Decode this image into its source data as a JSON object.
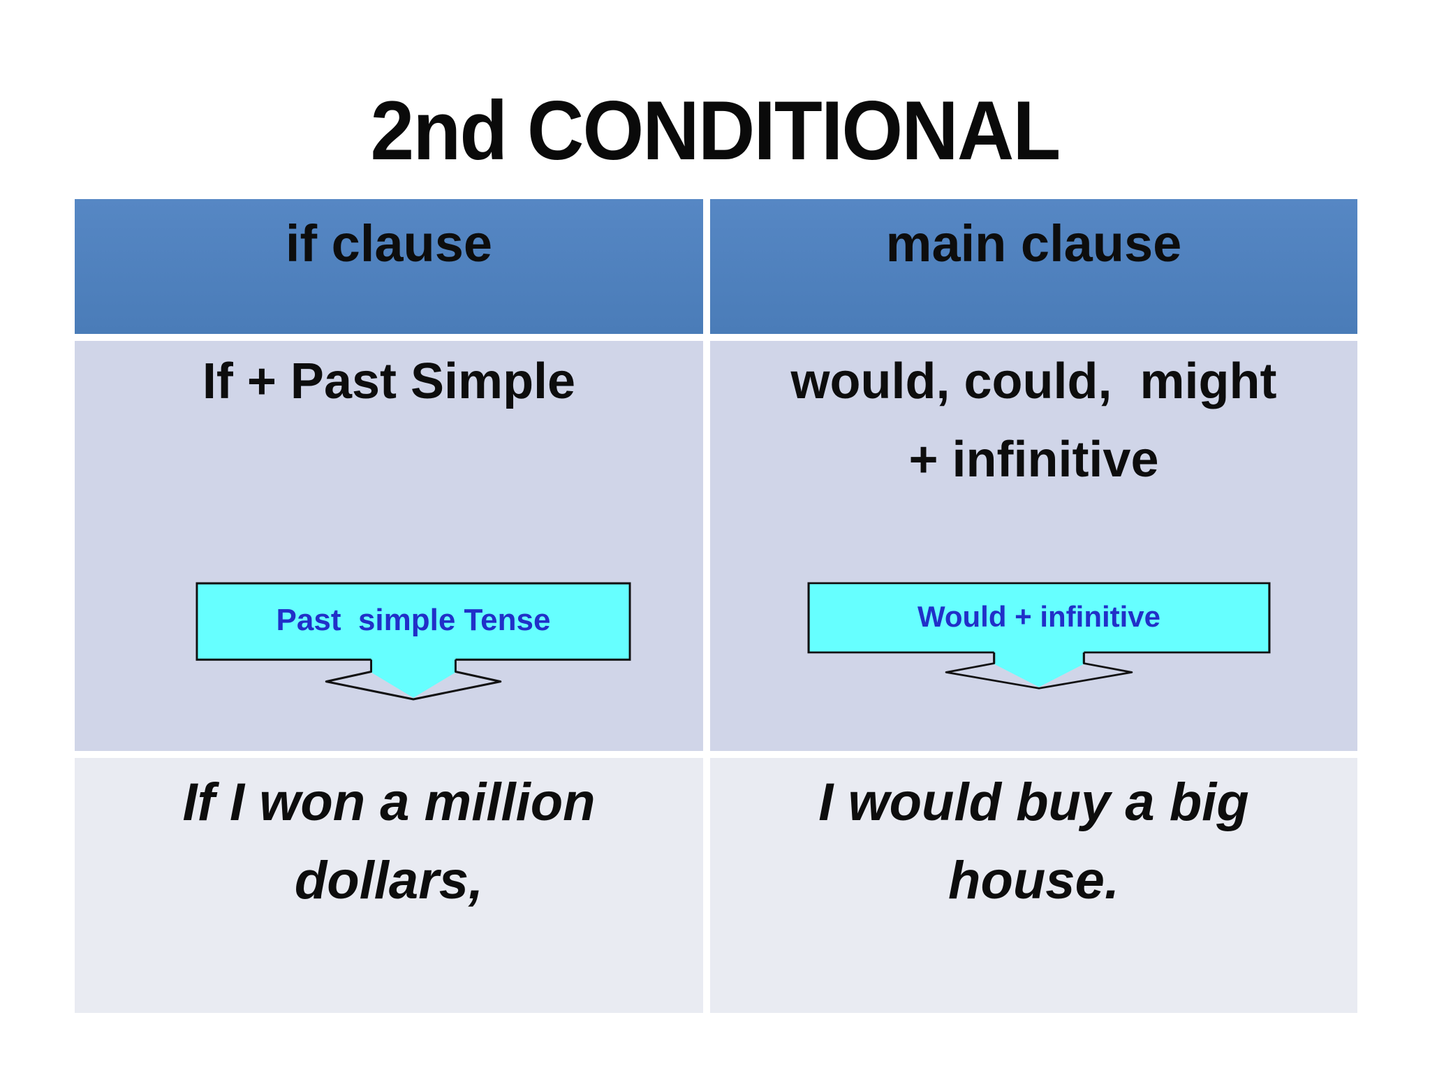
{
  "title": "2nd CONDITIONAL",
  "table": {
    "header": {
      "if_clause": "if clause",
      "main_clause": "main clause"
    },
    "form_row": {
      "if_form": "If + Past Simple",
      "main_form_line1": "would, could,  might",
      "main_form_line2": "+ infinitive",
      "if_callout_label": "Past  simple Tense",
      "main_callout_label": "Would + infinitive"
    },
    "example_row": {
      "if_line1": "If I won a million",
      "if_line2": "dollars,",
      "main_line1": "I would buy a big",
      "main_line2": "house."
    }
  },
  "icons": {
    "callout_shape": "down-arrow-callout-icon"
  },
  "colors": {
    "header_bg": "#4e81bd",
    "form_row_bg": "#d0d5e8",
    "example_row_bg": "#e9ebf2",
    "callout_fill": "#66ffff",
    "callout_border": "#111111",
    "callout_text": "#2130c8",
    "body_text": "#0d0d0d",
    "page_bg": "#ffffff"
  }
}
